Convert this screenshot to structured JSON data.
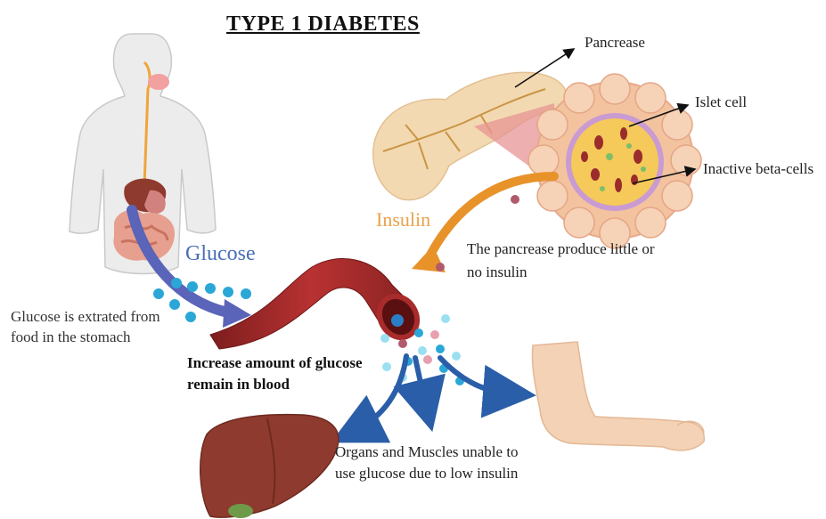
{
  "title": "TYPE 1 DIABETES",
  "labels": {
    "pancreas": "Pancrease",
    "islet": "Islet cell",
    "beta": "Inactive beta-cells",
    "insulin": "Insulin",
    "glucose": "Glucose",
    "pancreas_note_1": "The pancrease produce little or",
    "pancreas_note_2": "no insulin",
    "extract_1": "Glucose is extrated from",
    "extract_2": "food in the stomach",
    "increase_1": "Increase amount of glucose",
    "increase_2": "remain in blood",
    "organs_1": "Organs and Muscles unable to",
    "organs_2": "use glucose due to low insulin"
  },
  "colors": {
    "insulin": "#e8a24a",
    "glucose_text": "#4a6fb5",
    "glucose_dot": "#2aa7d6",
    "blood_vessel": "#a92b2b",
    "arrow_blue": "#2a5ea8",
    "arrow_orange": "#e8922a",
    "liver": "#8f3a2e",
    "skin": "#f4d2b5"
  }
}
